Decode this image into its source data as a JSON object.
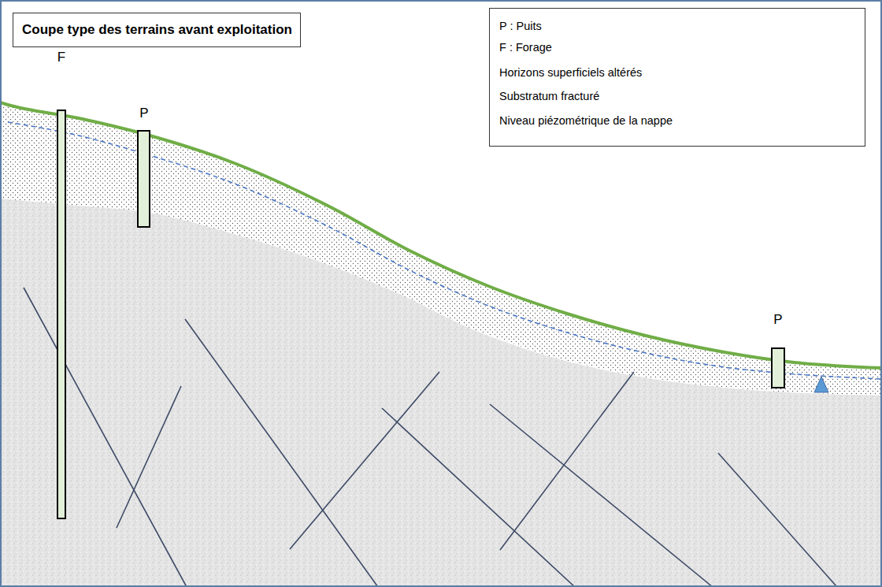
{
  "diagram": {
    "title": "Coupe type des terrains avant exploitation",
    "labels": [
      "F",
      "P",
      "P"
    ],
    "legend": [
      {
        "text": "P : Puits"
      },
      {
        "text": "F : Forage"
      },
      {
        "text": "Horizons superficiels altérés"
      },
      {
        "text": "Substratum fracturé"
      },
      {
        "text": "Niveau piézométrique de la nappe"
      }
    ]
  }
}
